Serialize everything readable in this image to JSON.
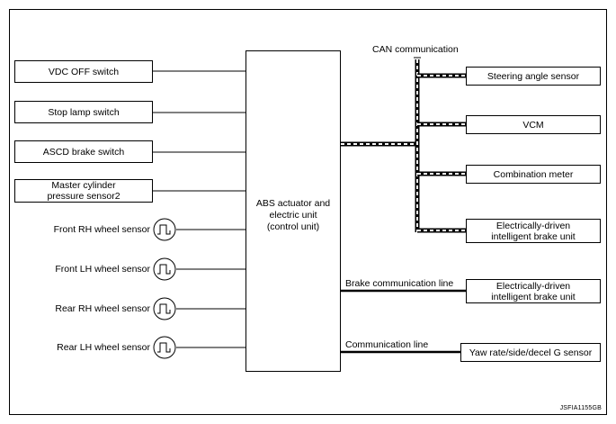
{
  "diagram": {
    "control_unit": "ABS actuator and\nelectric unit\n(control unit)",
    "input_switches": [
      "VDC OFF switch",
      "Stop lamp switch",
      "ASCD brake switch",
      "Master cylinder\npressure sensor2"
    ],
    "wheel_sensors": [
      "Front RH wheel sensor",
      "Front LH wheel sensor",
      "Rear RH wheel sensor",
      "Rear LH wheel sensor"
    ],
    "can_label": "CAN communication",
    "can_nodes": [
      "Steering angle sensor",
      "VCM",
      "Combination meter",
      "Electrically-driven\nintelligent brake unit"
    ],
    "brake_line_label": "Brake communication line",
    "brake_line_node": "Electrically-driven\nintelligent brake unit",
    "comm_line_label": "Communication line",
    "comm_line_node": "Yaw rate/side/decel G sensor",
    "reference": "JSFIA1155GB"
  }
}
